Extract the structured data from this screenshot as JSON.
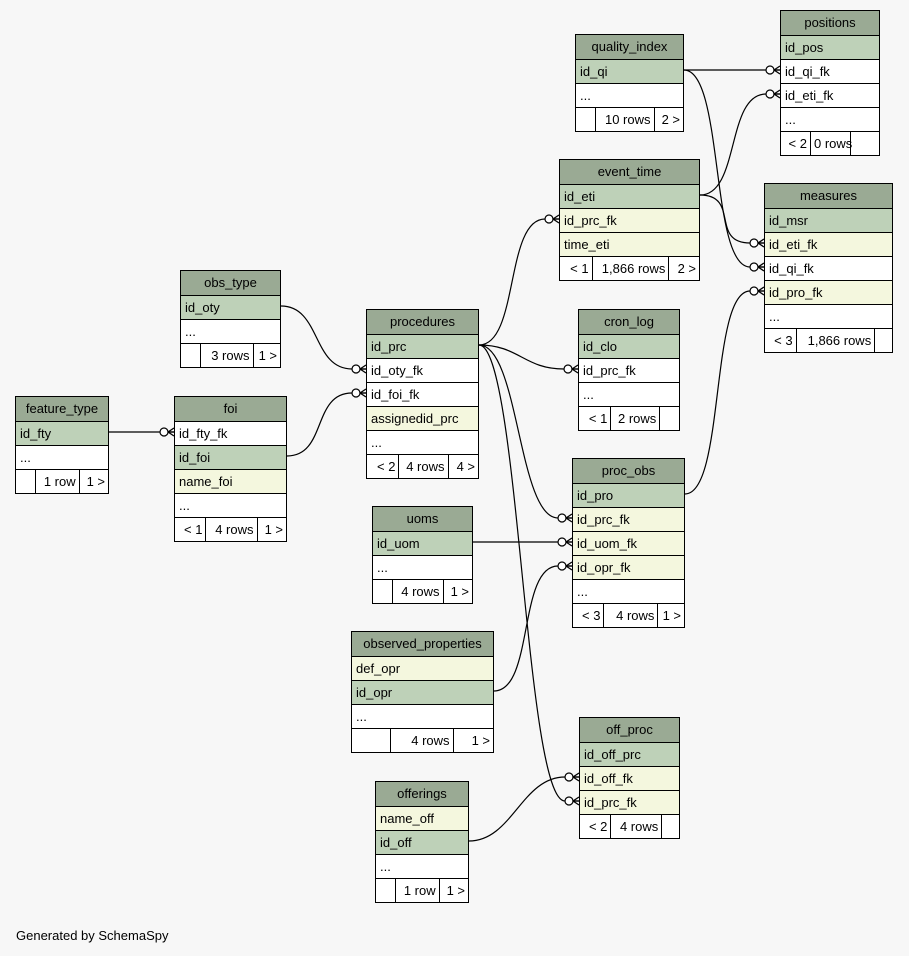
{
  "tables": [
    {
      "id": "positions",
      "name": "positions",
      "rows": [
        {
          "text": "id_pos",
          "kind": "pk"
        },
        {
          "text": "id_qi_fk",
          "kind": "col"
        },
        {
          "text": "id_eti_fk",
          "kind": "col"
        },
        {
          "text": "...",
          "kind": "col"
        }
      ],
      "footer": [
        "< 2",
        "0 rows",
        ""
      ]
    },
    {
      "id": "quality_index",
      "name": "quality_index",
      "rows": [
        {
          "text": "id_qi",
          "kind": "pk"
        },
        {
          "text": "...",
          "kind": "col"
        }
      ],
      "footer": [
        "",
        "10 rows",
        "2 >"
      ]
    },
    {
      "id": "event_time",
      "name": "event_time",
      "rows": [
        {
          "text": "id_eti",
          "kind": "pk"
        },
        {
          "text": "id_prc_fk",
          "kind": "idx"
        },
        {
          "text": "time_eti",
          "kind": "idx"
        }
      ],
      "footer": [
        "< 1",
        "1,866 rows",
        "2 >"
      ]
    },
    {
      "id": "measures",
      "name": "measures",
      "rows": [
        {
          "text": "id_msr",
          "kind": "pk"
        },
        {
          "text": "id_eti_fk",
          "kind": "idx"
        },
        {
          "text": "id_qi_fk",
          "kind": "col"
        },
        {
          "text": "id_pro_fk",
          "kind": "idx"
        },
        {
          "text": "...",
          "kind": "col"
        }
      ],
      "footer": [
        "< 3",
        "1,866 rows",
        ""
      ]
    },
    {
      "id": "obs_type",
      "name": "obs_type",
      "rows": [
        {
          "text": "id_oty",
          "kind": "pk"
        },
        {
          "text": "...",
          "kind": "col"
        }
      ],
      "footer": [
        "",
        "3 rows",
        "1 >"
      ]
    },
    {
      "id": "procedures",
      "name": "procedures",
      "rows": [
        {
          "text": "id_prc",
          "kind": "pk"
        },
        {
          "text": "id_oty_fk",
          "kind": "col"
        },
        {
          "text": "id_foi_fk",
          "kind": "col"
        },
        {
          "text": "assignedid_prc",
          "kind": "idx"
        },
        {
          "text": "...",
          "kind": "col"
        }
      ],
      "footer": [
        "< 2",
        "4 rows",
        "4 >"
      ]
    },
    {
      "id": "cron_log",
      "name": "cron_log",
      "rows": [
        {
          "text": "id_clo",
          "kind": "pk"
        },
        {
          "text": "id_prc_fk",
          "kind": "col"
        },
        {
          "text": "...",
          "kind": "col"
        }
      ],
      "footer": [
        "< 1",
        "2 rows",
        ""
      ]
    },
    {
      "id": "feature_type",
      "name": "feature_type",
      "rows": [
        {
          "text": "id_fty",
          "kind": "pk"
        },
        {
          "text": "...",
          "kind": "col"
        }
      ],
      "footer": [
        "",
        "1 row",
        "1 >"
      ]
    },
    {
      "id": "foi",
      "name": "foi",
      "rows": [
        {
          "text": "id_fty_fk",
          "kind": "col"
        },
        {
          "text": "id_foi",
          "kind": "pk"
        },
        {
          "text": "name_foi",
          "kind": "idx"
        },
        {
          "text": "...",
          "kind": "col"
        }
      ],
      "footer": [
        "< 1",
        "4 rows",
        "1 >"
      ]
    },
    {
      "id": "proc_obs",
      "name": "proc_obs",
      "rows": [
        {
          "text": "id_pro",
          "kind": "pk"
        },
        {
          "text": "id_prc_fk",
          "kind": "idx"
        },
        {
          "text": "id_uom_fk",
          "kind": "idx"
        },
        {
          "text": "id_opr_fk",
          "kind": "idx"
        },
        {
          "text": "...",
          "kind": "col"
        }
      ],
      "footer": [
        "< 3",
        "4 rows",
        "1 >"
      ]
    },
    {
      "id": "uoms",
      "name": "uoms",
      "rows": [
        {
          "text": "id_uom",
          "kind": "pk"
        },
        {
          "text": "...",
          "kind": "col"
        }
      ],
      "footer": [
        "",
        "4 rows",
        "1 >"
      ]
    },
    {
      "id": "observed_properties",
      "name": "observed_properties",
      "rows": [
        {
          "text": "def_opr",
          "kind": "idx"
        },
        {
          "text": "id_opr",
          "kind": "pk"
        },
        {
          "text": "...",
          "kind": "col"
        }
      ],
      "footer": [
        "",
        "4 rows",
        "1 >"
      ]
    },
    {
      "id": "off_proc",
      "name": "off_proc",
      "rows": [
        {
          "text": "id_off_prc",
          "kind": "pk"
        },
        {
          "text": "id_off_fk",
          "kind": "idx"
        },
        {
          "text": "id_prc_fk",
          "kind": "idx"
        }
      ],
      "footer": [
        "< 2",
        "4 rows",
        ""
      ]
    },
    {
      "id": "offerings",
      "name": "offerings",
      "rows": [
        {
          "text": "name_off",
          "kind": "idx"
        },
        {
          "text": "id_off",
          "kind": "pk"
        },
        {
          "text": "...",
          "kind": "col"
        }
      ],
      "footer": [
        "",
        "1 row",
        "1 >"
      ]
    }
  ],
  "relationships": [
    {
      "from": "quality_index.id_qi",
      "to": "positions.id_qi_fk"
    },
    {
      "from": "event_time.id_eti",
      "to": "positions.id_eti_fk"
    },
    {
      "from": "event_time.id_eti",
      "to": "measures.id_eti_fk"
    },
    {
      "from": "quality_index.id_qi",
      "to": "measures.id_qi_fk"
    },
    {
      "from": "proc_obs.id_pro",
      "to": "measures.id_pro_fk"
    },
    {
      "from": "procedures.id_prc",
      "to": "event_time.id_prc_fk"
    },
    {
      "from": "obs_type.id_oty",
      "to": "procedures.id_oty_fk"
    },
    {
      "from": "foi.id_foi",
      "to": "procedures.id_foi_fk"
    },
    {
      "from": "procedures.id_prc",
      "to": "cron_log.id_prc_fk"
    },
    {
      "from": "feature_type.id_fty",
      "to": "foi.id_fty_fk"
    },
    {
      "from": "procedures.id_prc",
      "to": "proc_obs.id_prc_fk"
    },
    {
      "from": "uoms.id_uom",
      "to": "proc_obs.id_uom_fk"
    },
    {
      "from": "observed_properties.id_opr",
      "to": "proc_obs.id_opr_fk"
    },
    {
      "from": "offerings.id_off",
      "to": "off_proc.id_off_fk"
    },
    {
      "from": "procedures.id_prc",
      "to": "off_proc.id_prc_fk"
    }
  ],
  "colors": {
    "header": "#9aaa94",
    "primary_key": "#bed1b8",
    "indexed": "#f4f7de",
    "column": "#ffffff",
    "background": "#f7f7f7"
  },
  "footer_text": "Generated by SchemaSpy"
}
